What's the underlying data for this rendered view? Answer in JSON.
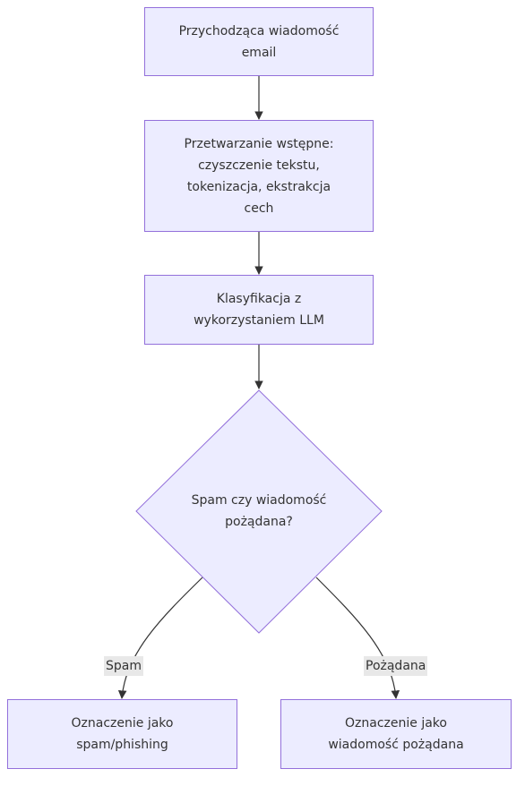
{
  "nodes": {
    "incoming": "Przychodząca wiadomość\nemail",
    "preprocessing": "Przetwarzanie wstępne:\nczyszczenie tekstu,\ntokenizacja, ekstrakcja\ncech",
    "classification": "Klasyfikacja z\nwykorzystaniem LLM",
    "decision": "Spam czy wiadomość\npożądana?",
    "mark_spam": "Oznaczenie jako\nspam/phishing",
    "mark_legit": "Oznaczenie jako\nwiadomość pożądana"
  },
  "edge_labels": {
    "spam": "Spam",
    "legit": "Pożądana"
  },
  "colors": {
    "node_fill": "#ECECFF",
    "node_stroke": "#9370DB",
    "edge": "#333333",
    "label_bg": "#e8e8e8"
  }
}
